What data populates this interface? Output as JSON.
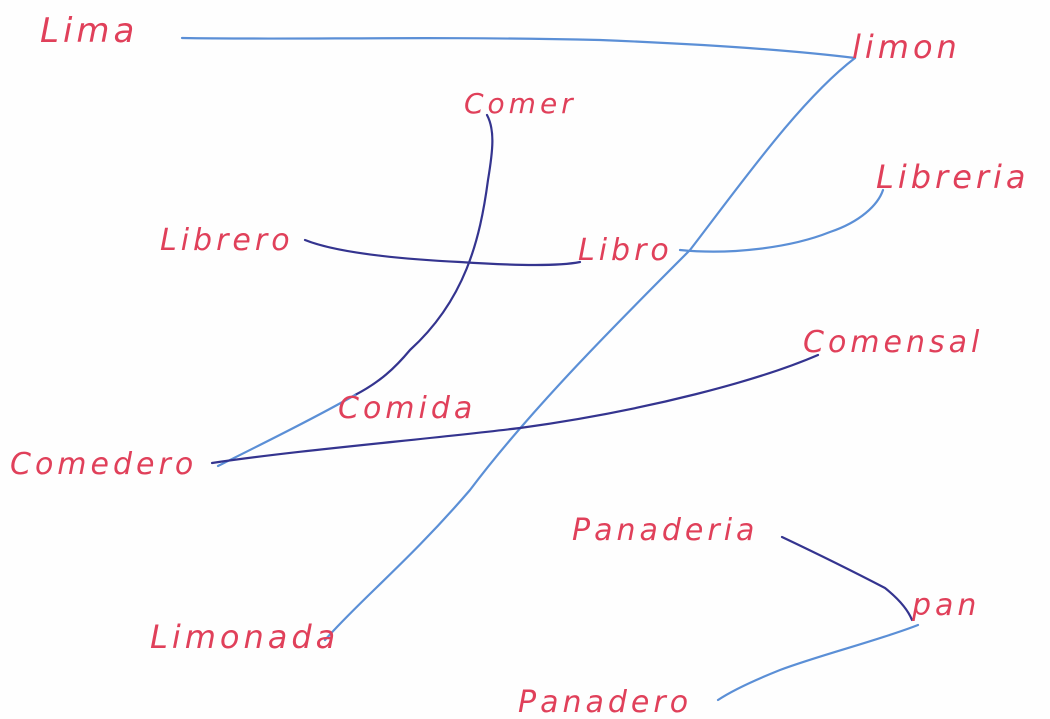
{
  "words": {
    "lima": "Lima",
    "limon": "limon",
    "comer": "Comer",
    "libreria": "Libreria",
    "librero": "Librero",
    "libro": "Libro",
    "comensal": "Comensal",
    "comida": "Comida",
    "comedero": "Comedero",
    "panaderia": "Panaderia",
    "pan": "pan",
    "limonada": "Limonada",
    "panadero": "Panadero"
  },
  "colors": {
    "word_ink": "#e0405a",
    "light_blue_ink": "#5b8fd6",
    "dark_blue_ink": "#34348f"
  }
}
